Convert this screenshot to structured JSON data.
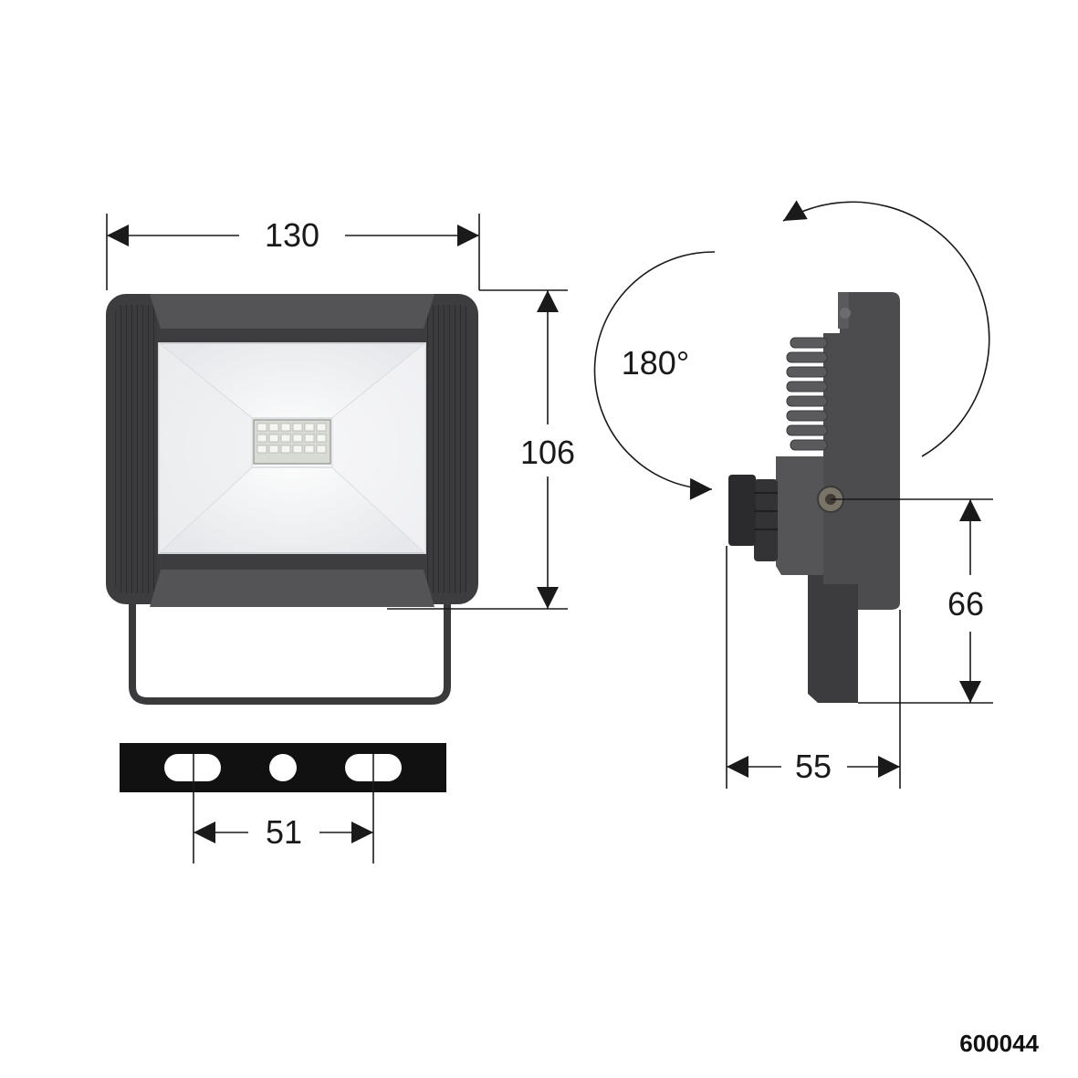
{
  "dimensions": {
    "width": "130",
    "height": "106",
    "bracket_hole_spacing": "51",
    "pivot_height": "66",
    "depth": "55",
    "rotation": "180°"
  },
  "product_code": "600044",
  "colors": {
    "housing": "#3f3f41",
    "housing_frame": "#505052",
    "lens": "#f1f2f4",
    "led_chip": "#e7e9e3",
    "bracket_plate": "#111111",
    "dimension_line": "#1a1a1a"
  },
  "icons": {
    "front": "floodlight-front-view-icon",
    "side": "floodlight-side-view-icon",
    "bracket": "mounting-bracket-icon"
  }
}
